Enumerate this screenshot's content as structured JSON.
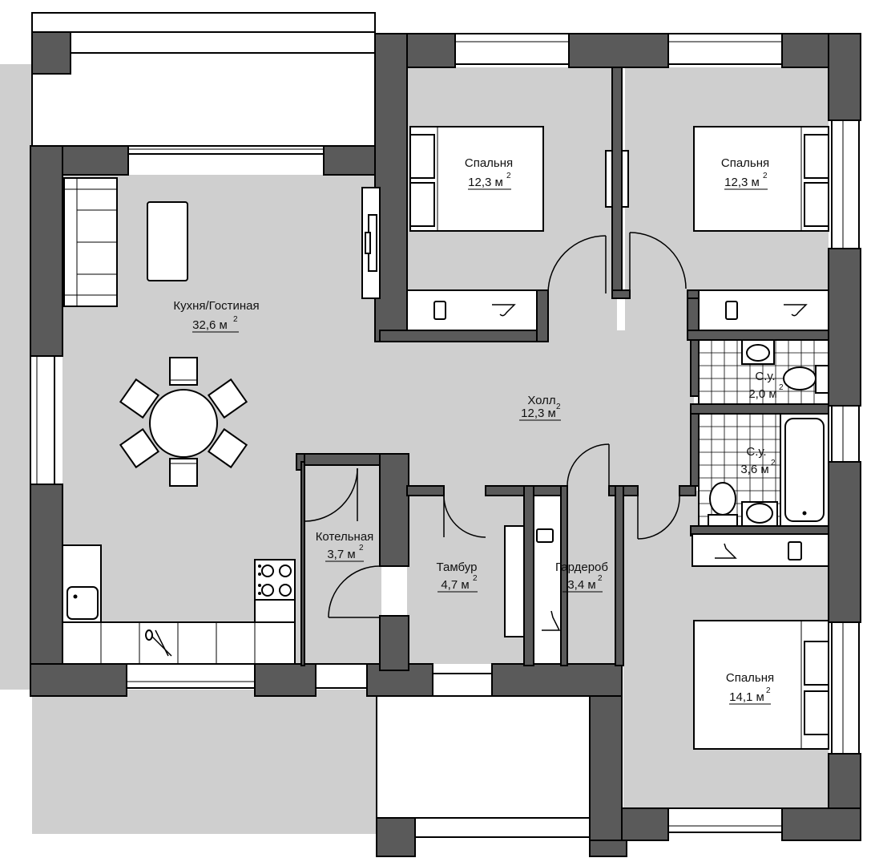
{
  "rooms": [
    {
      "id": "kitchen",
      "name": "Кухня/Гостиная",
      "area": "32,6 м",
      "sup": "2"
    },
    {
      "id": "bed1",
      "name": "Спальня",
      "area": "12,3 м",
      "sup": "2"
    },
    {
      "id": "bed2",
      "name": "Спальня",
      "area": "12,3 м",
      "sup": "2"
    },
    {
      "id": "wc1",
      "name": "С.у.",
      "area": "2,0 м",
      "sup": "2"
    },
    {
      "id": "wc2",
      "name": "С.у.",
      "area": "3,6 м",
      "sup": "2"
    },
    {
      "id": "hall",
      "name": "Холл",
      "area": "12,3 м",
      "sup": "2"
    },
    {
      "id": "boiler",
      "name": "Котельная",
      "area": "3,7 м",
      "sup": "2"
    },
    {
      "id": "vestibule",
      "name": "Тамбур",
      "area": "4,7 м",
      "sup": "2"
    },
    {
      "id": "wardrobe",
      "name": "Гардероб",
      "area": "3,4 м",
      "sup": "2"
    },
    {
      "id": "bed3",
      "name": "Спальня",
      "area": "14,1 м",
      "sup": "2"
    }
  ],
  "colors": {
    "wall": "#5a5a5a",
    "floor": "#cfcfcf",
    "background": "#ffffff"
  }
}
